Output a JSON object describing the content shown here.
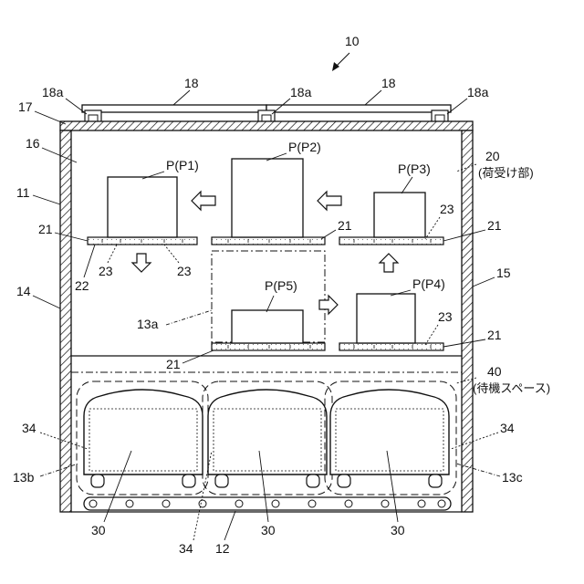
{
  "figure_label": "10",
  "boxes": {
    "p1": "P(P1)",
    "p2": "P(P2)",
    "p3": "P(P3)",
    "p4": "P(P4)",
    "p5": "P(P5)"
  },
  "refs": {
    "r11": "11",
    "r12": "12",
    "r13a": "13a",
    "r13b": "13b",
    "r13c": "13c",
    "r14": "14",
    "r15": "15",
    "r16": "16",
    "r17": "17",
    "r18": "18",
    "r18a": "18a",
    "r20": "20",
    "r21": "21",
    "r22": "22",
    "r23": "23",
    "r30": "30",
    "r34": "34",
    "r40": "40"
  },
  "captions": {
    "receiving_part": "(荷受け部)",
    "waiting_space": "(待機スペース)"
  }
}
